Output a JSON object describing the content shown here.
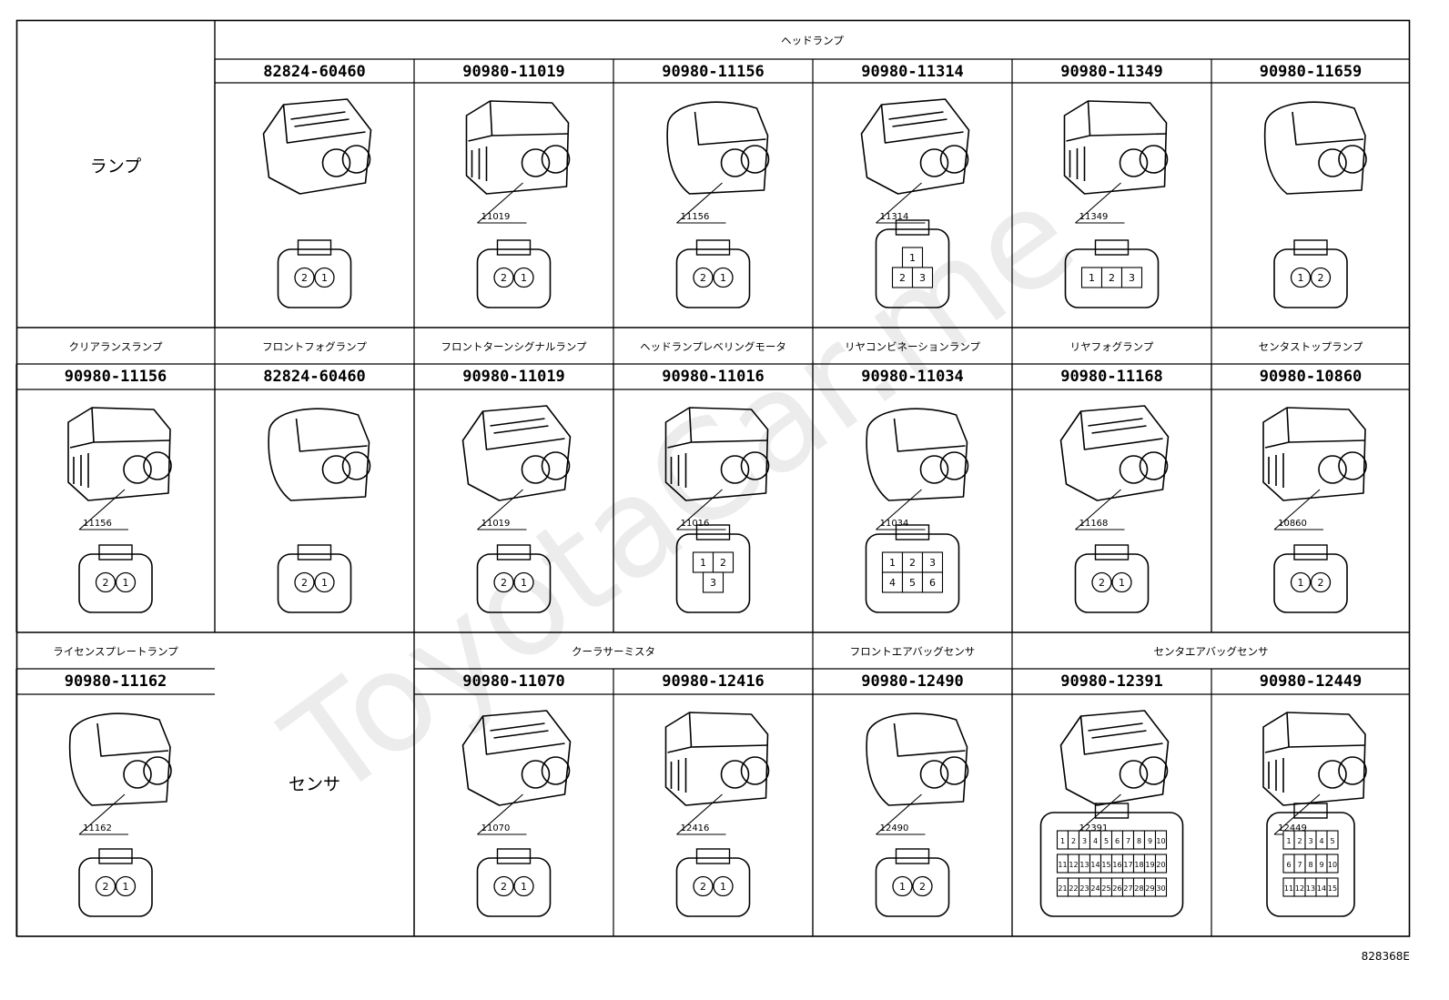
{
  "doc_ref": "828368E",
  "watermark": "ToyotaCar.me",
  "sections": [
    {
      "category": "ランプ",
      "headers": [
        {
          "label": "ヘッドランプ",
          "span": [
            1,
            6
          ]
        }
      ],
      "parts": [
        {
          "number": "82824-60460",
          "callout": "",
          "pins": [
            [
              "2",
              "1"
            ]
          ]
        },
        {
          "number": "90980-11019",
          "callout": "11019",
          "pins": [
            [
              "2",
              "1"
            ]
          ]
        },
        {
          "number": "90980-11156",
          "callout": "11156",
          "pins": [
            [
              "2",
              "1"
            ]
          ]
        },
        {
          "number": "90980-11314",
          "callout": "11314",
          "pins": [
            [
              "1"
            ],
            [
              "2",
              "3"
            ]
          ]
        },
        {
          "number": "90980-11349",
          "callout": "11349",
          "pins": [
            [
              "1",
              "2",
              "3"
            ]
          ]
        },
        {
          "number": "90980-11659",
          "callout": "",
          "pins": [
            [
              "1",
              "2"
            ]
          ]
        }
      ]
    },
    {
      "category": "",
      "headers": [
        {
          "label": "クリアランスランプ",
          "span": [
            0,
            0
          ]
        },
        {
          "label": "フロントフォグランプ",
          "span": [
            1,
            1
          ]
        },
        {
          "label": "フロントターンシグナルランプ",
          "span": [
            2,
            2
          ]
        },
        {
          "label": "ヘッドランプレベリングモータ",
          "span": [
            3,
            3
          ]
        },
        {
          "label": "リヤコンビネーションランプ",
          "span": [
            4,
            4
          ]
        },
        {
          "label": "リヤフォグランプ",
          "span": [
            5,
            5
          ]
        },
        {
          "label": "センタストップランプ",
          "span": [
            6,
            6
          ]
        }
      ],
      "parts": [
        {
          "number": "90980-11156",
          "callout": "11156",
          "pins": [
            [
              "2",
              "1"
            ]
          ]
        },
        {
          "number": "82824-60460",
          "callout": "",
          "pins": [
            [
              "2",
              "1"
            ]
          ]
        },
        {
          "number": "90980-11019",
          "callout": "11019",
          "pins": [
            [
              "2",
              "1"
            ]
          ]
        },
        {
          "number": "90980-11016",
          "callout": "11016",
          "pins": [
            [
              "1",
              "2"
            ],
            [
              "3"
            ]
          ]
        },
        {
          "number": "90980-11034",
          "callout": "11034",
          "pins": [
            [
              "1",
              "2",
              "3"
            ],
            [
              "4",
              "5",
              "6"
            ]
          ]
        },
        {
          "number": "90980-11168",
          "callout": "11168",
          "pins": [
            [
              "2",
              "1"
            ]
          ]
        },
        {
          "number": "90980-10860",
          "callout": "10860",
          "pins": [
            [
              "1",
              "2"
            ]
          ]
        }
      ]
    },
    {
      "category": "センサ",
      "headers": [
        {
          "label": "ライセンスプレートランプ",
          "span": [
            0,
            0
          ]
        },
        {
          "label": "クーラサーミスタ",
          "span": [
            2,
            3
          ]
        },
        {
          "label": "フロントエアバッグセンサ",
          "span": [
            4,
            4
          ]
        },
        {
          "label": "センタエアバッグセンサ",
          "span": [
            5,
            6
          ]
        }
      ],
      "parts": [
        {
          "number": "90980-11162",
          "callout": "11162",
          "pins": [
            [
              "2",
              "1"
            ]
          ]
        },
        {
          "number": "90980-11070",
          "callout": "11070",
          "pins": [
            [
              "2",
              "1"
            ]
          ]
        },
        {
          "number": "90980-12416",
          "callout": "12416",
          "pins": [
            [
              "2",
              "1"
            ]
          ]
        },
        {
          "number": "90980-12490",
          "callout": "12490",
          "pins": [
            [
              "1",
              "2"
            ]
          ]
        },
        {
          "number": "90980-12391",
          "callout": "12391",
          "pins": [
            [
              "1",
              "2",
              "3",
              "4",
              "5",
              "6",
              "7",
              "8",
              "9",
              "10"
            ],
            [
              "11",
              "12",
              "13",
              "14",
              "15",
              "16",
              "17",
              "18",
              "19",
              "20"
            ],
            [
              "21",
              "22",
              "23",
              "24",
              "25",
              "26",
              "27",
              "28",
              "29",
              "30"
            ]
          ]
        },
        {
          "number": "90980-12449",
          "callout": "12449",
          "pins": [
            [
              "1",
              "2",
              "3",
              "4",
              "5"
            ],
            [
              "6",
              "7",
              "8",
              "9",
              "10"
            ],
            [
              "11",
              "12",
              "13",
              "14",
              "15"
            ]
          ]
        }
      ]
    }
  ]
}
